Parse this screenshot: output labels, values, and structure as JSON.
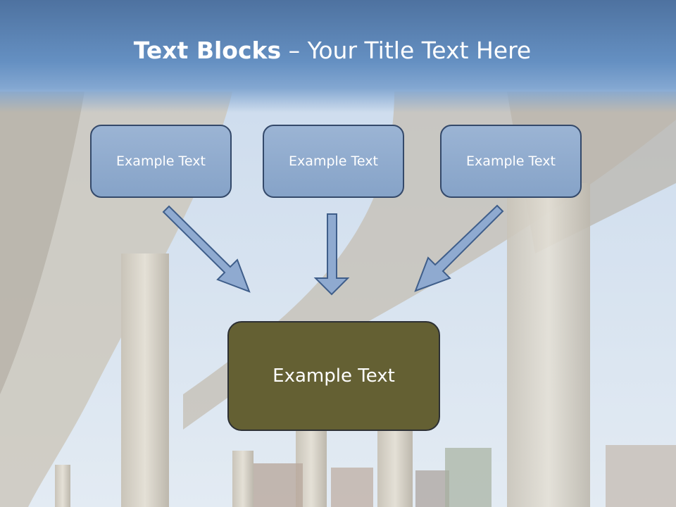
{
  "title": {
    "bold": "Text Blocks",
    "rest": " – Your Title Text Here"
  },
  "blocks": [
    {
      "label": "Example Text"
    },
    {
      "label": "Example Text"
    },
    {
      "label": "Example Text"
    }
  ],
  "target": {
    "label": "Example Text"
  },
  "colors": {
    "title_bar": "#5a80b2",
    "block_fill": "#8ea9cc",
    "block_border": "#34496a",
    "target_fill": "#646033",
    "arrow_fill": "#8faad0",
    "arrow_stroke": "#3f5e8a"
  }
}
